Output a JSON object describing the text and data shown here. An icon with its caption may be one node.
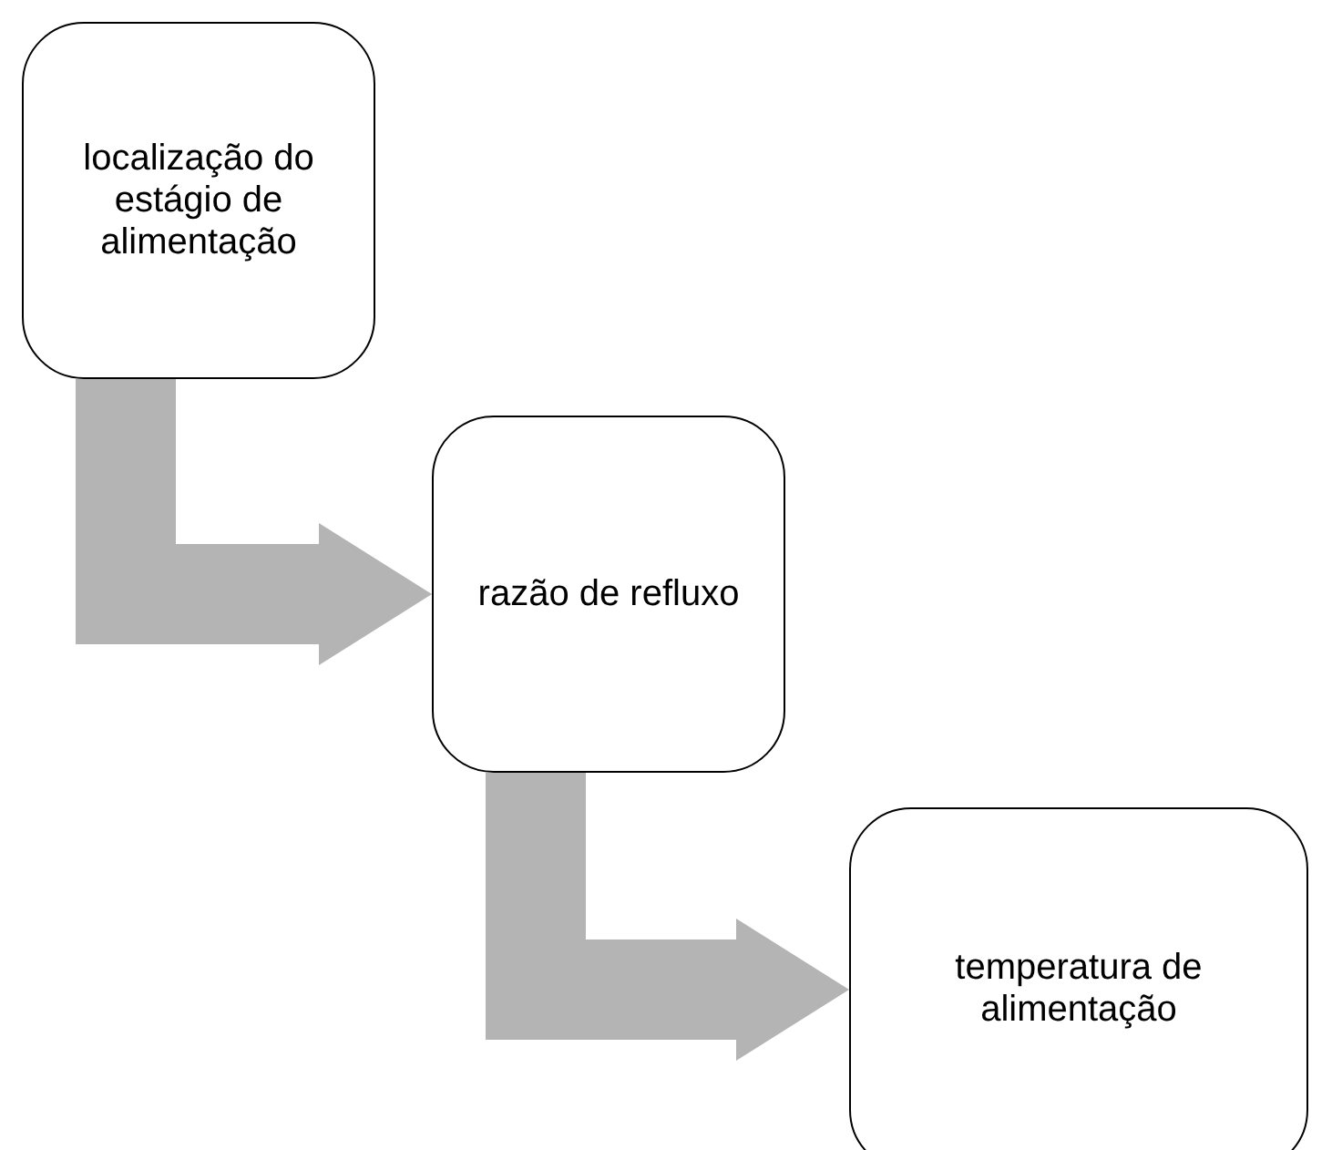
{
  "diagram": {
    "nodes": [
      {
        "text": [
          "localização do estágio de alimentação"
        ]
      },
      {
        "text": [
          "razão de refluxo"
        ]
      },
      {
        "text": [
          "temperatura de alimentação"
        ]
      }
    ],
    "edges": [
      {
        "from": 0,
        "to": 1,
        "arrow": "to"
      },
      {
        "from": 1,
        "to": 2,
        "arrow": "to"
      }
    ]
  }
}
